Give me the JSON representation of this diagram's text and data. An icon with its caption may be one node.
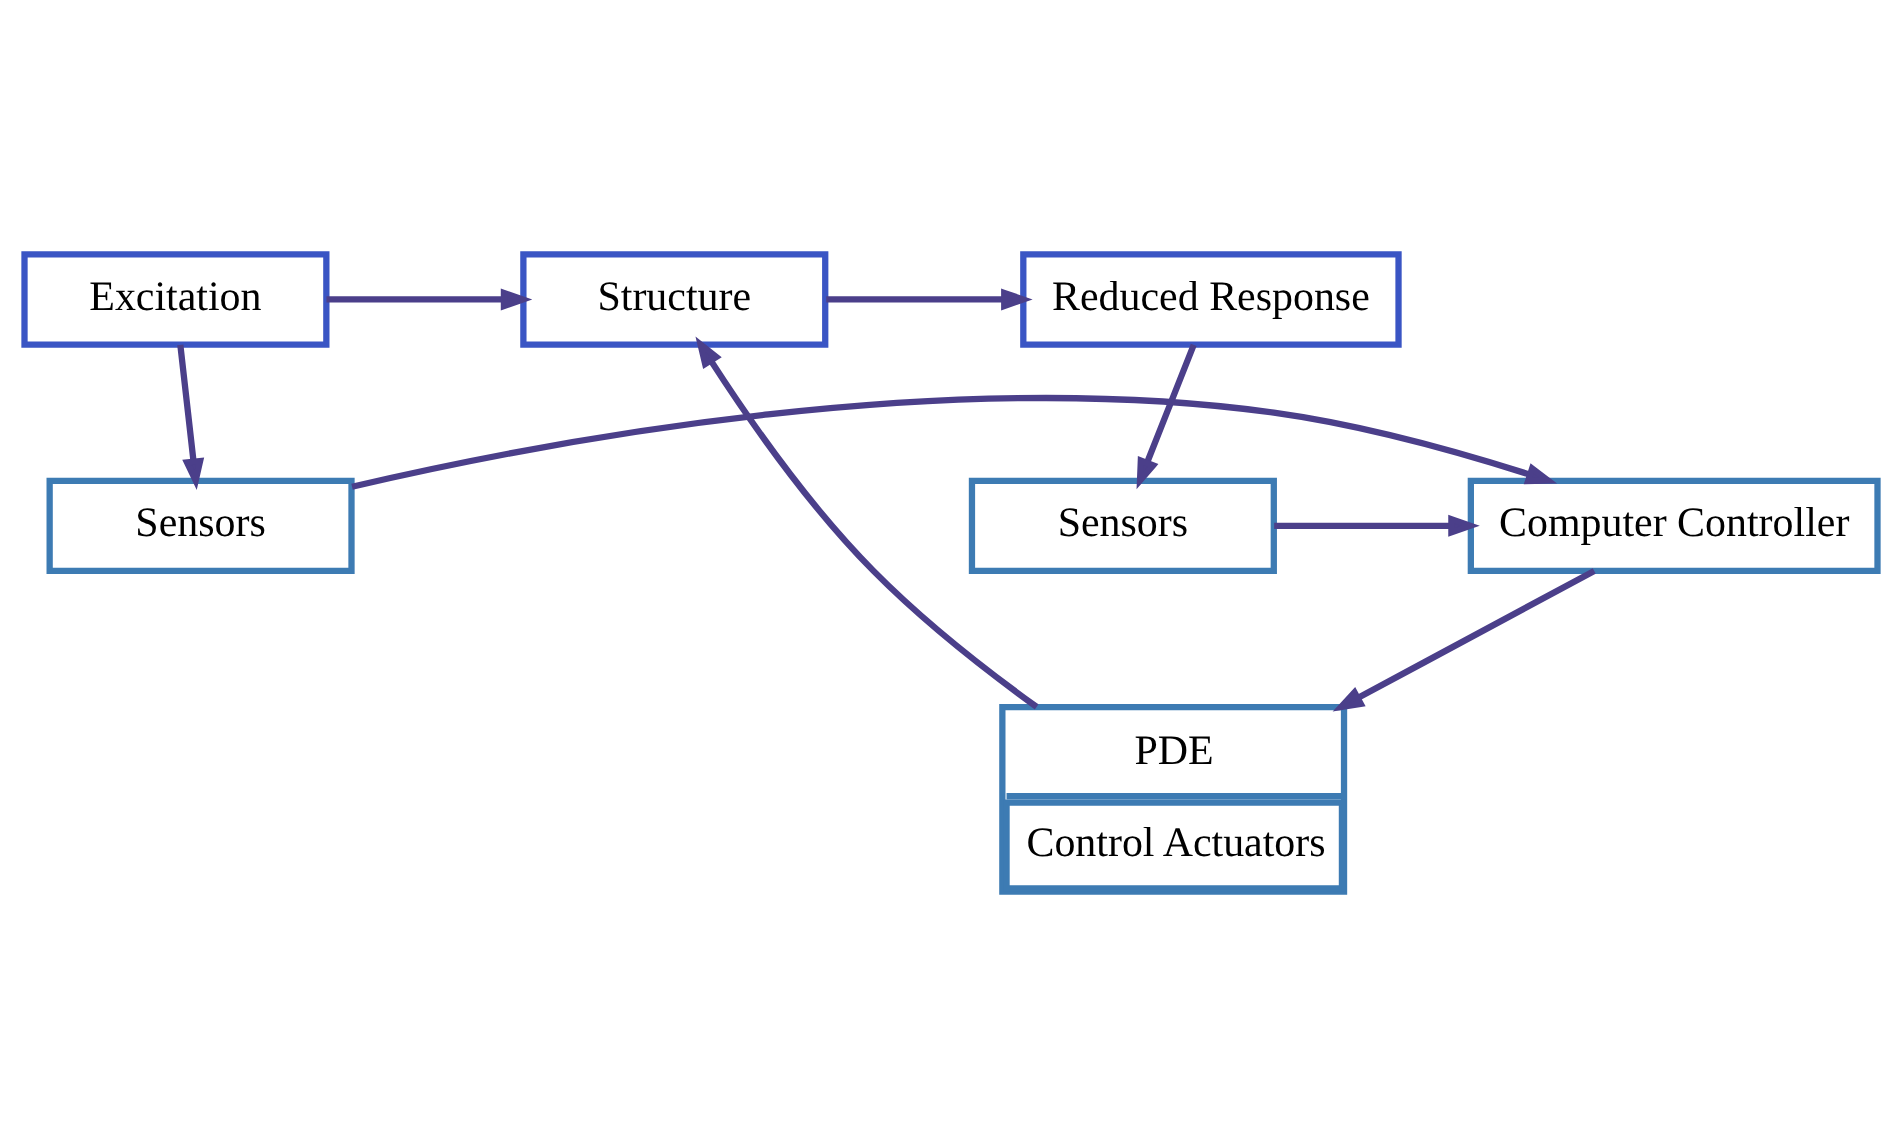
{
  "diagram": {
    "nodes": [
      {
        "text": [
          "Excitation"
        ]
      },
      {
        "text": [
          "Structure"
        ]
      },
      {
        "text": [
          "Reduced Response"
        ]
      },
      {
        "text": [
          "PDE",
          "Control Actuators"
        ]
      },
      {
        "text": [
          "Sensors"
        ]
      },
      {
        "text": [
          "Computer Controller"
        ]
      },
      {
        "text": [
          "Sensors"
        ]
      }
    ],
    "edges": [
      {
        "from": 0,
        "to": 1,
        "arrow": "to"
      },
      {
        "from": 1,
        "to": 2,
        "arrow": "to"
      },
      {
        "from": 0,
        "to": 4,
        "arrow": "to"
      },
      {
        "from": 3,
        "to": 1,
        "arrow": "to"
      },
      {
        "from": 2,
        "to": 6,
        "arrow": "to"
      },
      {
        "from": 5,
        "to": 3,
        "arrow": "to"
      },
      {
        "from": 4,
        "to": 5,
        "arrow": "to"
      },
      {
        "from": 6,
        "to": 5,
        "arrow": "to"
      }
    ]
  }
}
